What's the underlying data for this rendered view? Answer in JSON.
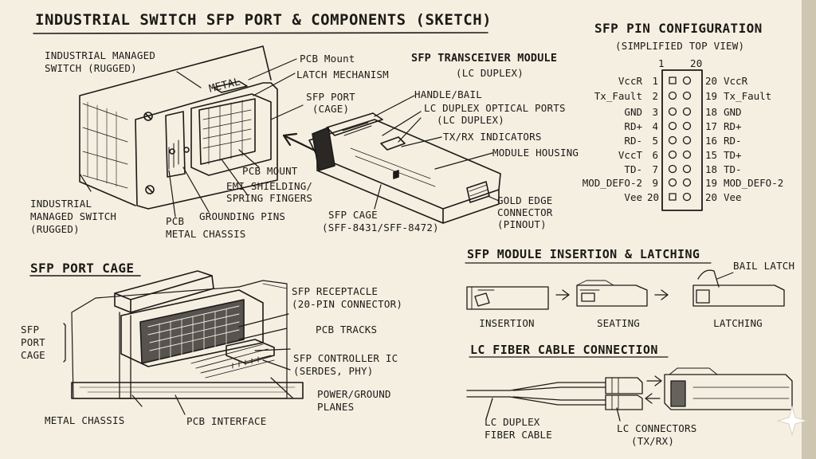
{
  "title": "INDUSTRIAL SWITCH SFP PORT & COMPONENTS (SKETCH)",
  "overview": {
    "switch_label_top": [
      "INDUSTRIAL MANAGED",
      "SWITCH (RUGGED)"
    ],
    "metal": "METAL",
    "pcb_mount_top": "PCB Mount",
    "latch_mechanism": "LATCH MECHANISM",
    "sfp_port_cage": [
      "SFP PORT",
      "(CAGE)"
    ],
    "pcb_mount_bottom": "PCB MOUNT",
    "emi": [
      "EMI SHIELDING/",
      "SPRING FINGERS"
    ],
    "grounding_pins": "GROUNDING PINS",
    "pcb_metal_chassis": [
      "PCB",
      "METAL CHASSIS"
    ],
    "switch_label_bottom": [
      "INDUSTRIAL",
      "MANAGED SWITCH",
      "(RUGGED)"
    ]
  },
  "module": {
    "title": [
      "SFP TRANSCEIVER MODULE",
      "(LC DUPLEX)"
    ],
    "handle": "HANDLE/BAIL",
    "lc_ports": [
      "LC DUPLEX OPTICAL PORTS",
      "(LC DUPLEX)"
    ],
    "txrx": "TX/RX INDICATORS",
    "housing": "MODULE HOUSING",
    "gold_edge": [
      "GOLD EDGE",
      "CONNECTOR",
      "(PINOUT)"
    ],
    "sfp_cage": [
      "SFP CAGE",
      "(SFF-8431/SFF-8472)"
    ]
  },
  "pinout": {
    "title": "SFP PIN CONFIGURATION",
    "subtitle": "(SIMPLIFIED TOP VIEW)",
    "col_left": "1",
    "col_right": "20",
    "rows": [
      {
        "ln": "VccR",
        "lnum": "1",
        "rnum": "20",
        "rn": "VccR"
      },
      {
        "ln": "Tx_Fault",
        "lnum": "2",
        "rnum": "19",
        "rn": "Tx_Fault"
      },
      {
        "ln": "GND",
        "lnum": "3",
        "rnum": "18",
        "rn": "GND"
      },
      {
        "ln": "RD+",
        "lnum": "4",
        "rnum": "17",
        "rn": "RD+"
      },
      {
        "ln": "RD-",
        "lnum": "5",
        "rnum": "16",
        "rn": "RD-"
      },
      {
        "ln": "VccT",
        "lnum": "6",
        "rnum": "15",
        "rn": "TD+"
      },
      {
        "ln": "TD-",
        "lnum": "7",
        "rnum": "18",
        "rn": "TD-"
      },
      {
        "ln": "MOD_DEFO-2",
        "lnum": "9",
        "rnum": "19",
        "rn": "MOD_DEFO-2"
      },
      {
        "ln": "Vee",
        "lnum": "20",
        "rnum": "20",
        "rn": "Vee"
      }
    ]
  },
  "cage": {
    "title": "SFP PORT CAGE",
    "side_label": [
      "SFP",
      "PORT",
      "CAGE"
    ],
    "receptacle": [
      "SFP RECEPTACLE",
      "(20-PIN CONNECTOR)"
    ],
    "tracks": "PCB TRACKS",
    "controller": [
      "SFP CONTROLLER IC",
      "(SERDES, PHY)"
    ],
    "planes": [
      "POWER/GROUND",
      "PLANES"
    ],
    "metal_chassis": "METAL CHASSIS",
    "pcb_interface": "PCB INTERFACE"
  },
  "insertion": {
    "title": "SFP MODULE INSERTION & LATCHING",
    "bail_latch": "BAIL LATCH",
    "steps": [
      "INSERTION",
      "SEATING",
      "LATCHING"
    ]
  },
  "fiber": {
    "title": "LC FIBER CABLE CONNECTION",
    "cable": [
      "LC DUPLEX",
      "FIBER CABLE"
    ],
    "connectors": [
      "LC CONNECTORS",
      "(TX/RX)"
    ]
  }
}
